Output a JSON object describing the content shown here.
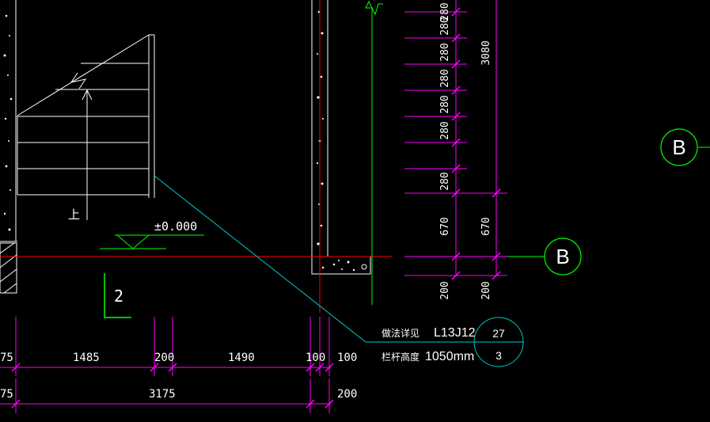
{
  "colors": {
    "background": "#000000",
    "dimension": "#ff00ff",
    "axis": "#ff0000",
    "grid_line": "#00ff00",
    "leader": "#00c8c8",
    "white": "#ffffff"
  },
  "elevation_label": "±0.000",
  "stair_up_label": "上",
  "section_marker": "2",
  "grid_bubbles": [
    "B",
    "B"
  ],
  "note": {
    "row1_label": "做法详见",
    "row1_value": "L13J12",
    "row2_label": "栏杆高度",
    "row2_value": "1050mm",
    "index_top": "27",
    "index_bottom": "3"
  },
  "vertical_dims_col1": [
    "280",
    "280",
    "280",
    "280",
    "280",
    "280",
    "280",
    "670",
    "200"
  ],
  "vertical_dims_col2": [
    "3080",
    "670",
    "200"
  ],
  "horizontal_dims_row1": [
    "75",
    "1485",
    "200",
    "1490",
    "100",
    "100"
  ],
  "horizontal_dims_row2": [
    "75",
    "3175",
    "200"
  ]
}
